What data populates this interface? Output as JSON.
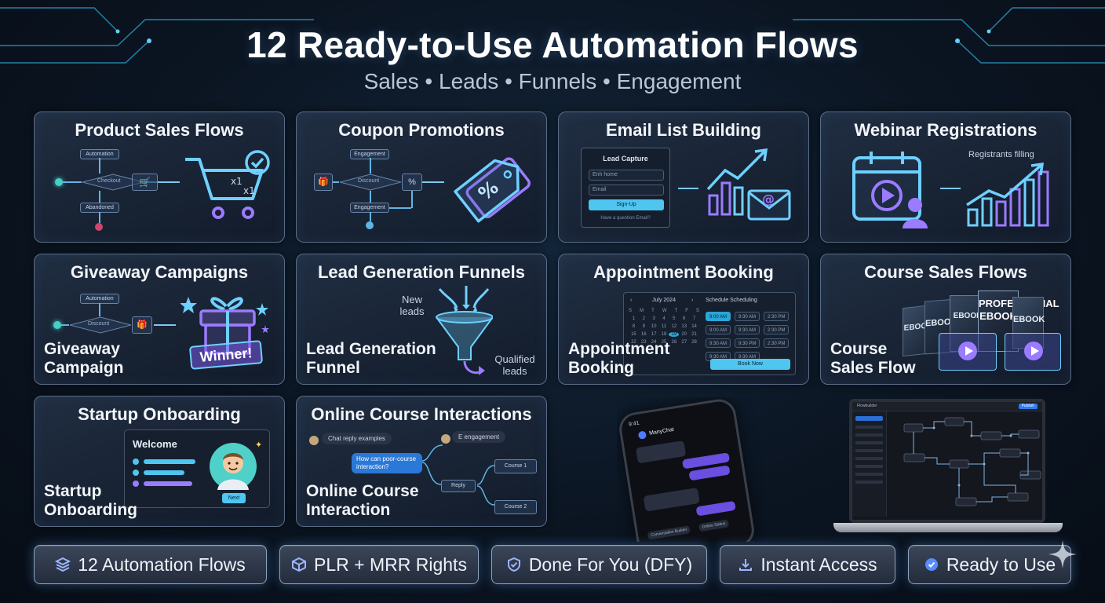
{
  "header": {
    "title": "12 Ready-to-Use Automation Flows",
    "subtitle": "Sales • Leads • Funnels • Engagement"
  },
  "cards": {
    "product_sales": {
      "title": "Product Sales Flows",
      "nodes": [
        "Automation",
        "Checkout",
        "Abandoned"
      ],
      "qty": "x1\nx1"
    },
    "coupon": {
      "title": "Coupon Promotions",
      "nodes": [
        "Engagement",
        "Discount",
        "Engagement"
      ]
    },
    "email": {
      "title": "Email List Building",
      "form_title": "Lead Capture",
      "field1": "Enh home",
      "field2": "Email",
      "button": "Sign-Up",
      "footer": "Have a question Email?"
    },
    "webinar": {
      "title": "Webinar Registrations",
      "label": "Registrants filling"
    },
    "giveaway": {
      "title": "Giveaway Campaigns",
      "nodes": [
        "Automation",
        "Discount"
      ],
      "badge": "Winner!",
      "subtitle": "Giveaway Campaign"
    },
    "leadgen": {
      "title": "Lead Generation Funnels",
      "in_label": "New leads",
      "out_label": "Qualified leads",
      "subtitle": "Lead Generation Funnel"
    },
    "appointment": {
      "title": "Appointment Booking",
      "month": "July 2024",
      "days": [
        "S",
        "M",
        "T",
        "W",
        "T",
        "F",
        "S"
      ],
      "panel_title": "Schedule Scheduling",
      "slots": [
        "9:00 AM",
        "9:30 AM",
        "2:30 PM",
        "9:00 AM",
        "9:30 AM",
        "2:30 PM",
        "9:30 AM",
        "9:30 PM",
        "2:30 PM",
        "9:30 AM",
        "9:30 AM"
      ],
      "button": "Book Now",
      "subtitle": "Appointment Booking"
    },
    "course_sales": {
      "title": "Course Sales Flows",
      "book1": "EBOOK",
      "book2": "PROFESSIONAL EBOOK",
      "subtitle": "Course Sales Flow"
    },
    "onboarding": {
      "title": "Startup Onboarding",
      "welcome": "Welcome",
      "next": "Next",
      "subtitle": "Startup Onboarding"
    },
    "online_course": {
      "title": "Online Course Interactions",
      "chat": "Chat reply examples",
      "engagement": "E engagement",
      "question": "How can poor-course interaction?",
      "reply": "Reply",
      "course1": "Course 1",
      "course2": "Course 2",
      "subtitle": "Online Course Interaction"
    }
  },
  "phone": {
    "time": "9:41",
    "app": "ManyChat",
    "quick1": "Conversation Builder",
    "quick2": "Online Status"
  },
  "laptop": {
    "logo": "Flowbuilder",
    "button": "Publish"
  },
  "badges": [
    {
      "label": "12 Automation Flows",
      "icon": "layers-icon"
    },
    {
      "label": "PLR + MRR Rights",
      "icon": "cube-icon"
    },
    {
      "label": "Done For You (DFY)",
      "icon": "shield-check-icon"
    },
    {
      "label": "Instant Access",
      "icon": "download-icon"
    },
    {
      "label": "Ready to Use",
      "icon": "badge-check-icon"
    }
  ],
  "colors": {
    "accent_blue": "#5fb6e6",
    "accent_purple": "#9b7bff",
    "cta_cyan": "#4fc6f0"
  }
}
